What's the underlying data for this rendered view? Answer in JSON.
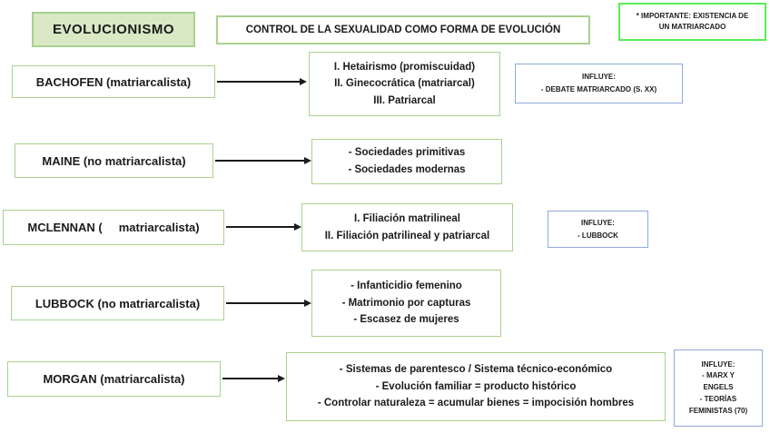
{
  "colors": {
    "bg": "#ffffff",
    "ink": "#1b1b1b",
    "title_fill": "#d9e8c5",
    "green_border": "#a9d18e",
    "bright_green": "#57ee57",
    "blue_border": "#8eaadb"
  },
  "header": {
    "title": "EVOLUCIONISMO",
    "subtitle": "CONTROL DE LA SEXUALIDAD COMO FORMA DE EVOLUCIÓN",
    "note_lines": [
      "* IMPORTANTE: EXISTENCIA DE",
      "UN MATRIARCADO"
    ]
  },
  "rows": [
    {
      "name": "BACHOFEN (matriarcalista)",
      "lines": [
        "I. Hetairismo (promiscuidad)",
        "II. Ginecocrática (matriarcal)",
        "III. Patriarcal"
      ],
      "influye": {
        "title": "INFLUYE:",
        "items": [
          "- DEBATE MATRIARCADO (S. XX)"
        ]
      }
    },
    {
      "name": "MAINE (no matriarcalista)",
      "lines": [
        "- Sociedades primitivas",
        "- Sociedades modernas"
      ]
    },
    {
      "name": "MCLENNAN (     matriarcalista)",
      "lines": [
        "I. Filiación matrilineal",
        "II. Filiación patrilineal y patriarcal"
      ],
      "influye": {
        "title": "INFLUYE:",
        "items": [
          "- LUBBOCK"
        ]
      }
    },
    {
      "name": "LUBBOCK (no matriarcalista)",
      "lines": [
        "- Infanticidio femenino",
        "- Matrimonio por capturas",
        "- Escasez de mujeres"
      ]
    },
    {
      "name": "MORGAN (matriarcalista)",
      "lines": [
        "- Sistemas de parentesco / Sistema técnico-económico",
        "- Evolución familiar = producto histórico",
        "- Controlar naturaleza = acumular bienes = impocisión hombres"
      ],
      "influye": {
        "title": "INFLUYE:",
        "items": [
          "- MARX Y",
          "ENGELS",
          "- TEORÍAS",
          "FEMINISTAS (70)"
        ]
      }
    }
  ]
}
